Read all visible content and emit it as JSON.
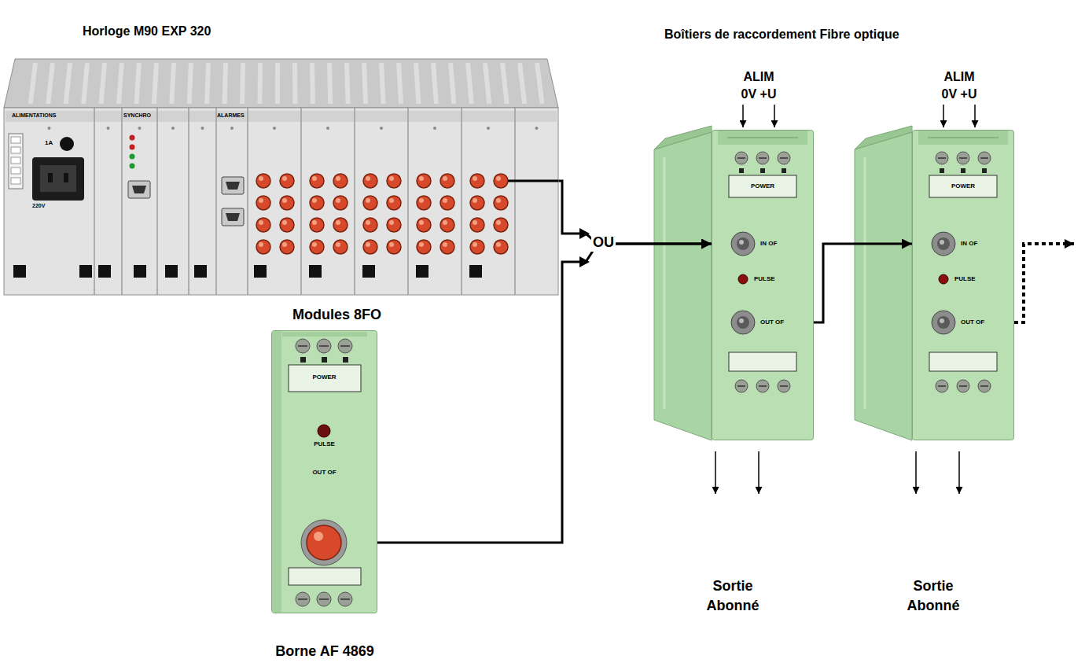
{
  "diagram": {
    "nodes": [
      {
        "text": [
          "Horloge M90 EXP 320",
          "ALIMENTATIONS",
          "1A",
          "220V",
          "SYNCHRO",
          "ALARMES"
        ]
      },
      {
        "text": [
          "Borne AF 4869",
          "POWER",
          "PULSE",
          "OUT OF"
        ]
      },
      {
        "text": [
          "POWER",
          "IN OF",
          "PULSE",
          "OUT OF"
        ]
      },
      {
        "text": [
          "POWER",
          "IN OF",
          "PULSE",
          "OUT OF"
        ]
      }
    ],
    "edges": [
      {
        "from": 0,
        "to": 2,
        "arrow": "to",
        "label": "OU"
      },
      {
        "from": 1,
        "to": 2,
        "arrow": "to"
      },
      {
        "from": 2,
        "to": 3,
        "arrow": "to"
      }
    ],
    "labels": [
      "Modules 8FO",
      "Boîtiers de raccordement Fibre optique",
      "ALIM",
      "0V +U",
      "ALIM",
      "0V +U",
      "Sortie Abonné",
      "Sortie Abonné"
    ]
  }
}
